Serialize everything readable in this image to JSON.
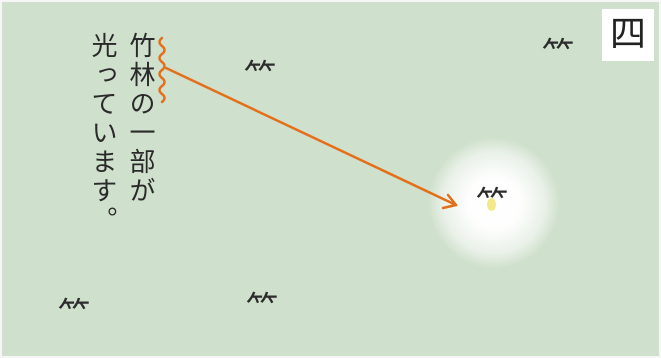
{
  "panel_number": "四",
  "text_columns": [
    "竹林の一部が",
    "光っています。"
  ],
  "bamboo_glyph": "⺮",
  "colors": {
    "background": "#cfe0cc",
    "arrow": "#e46f1a",
    "glow": "#ffffff"
  }
}
